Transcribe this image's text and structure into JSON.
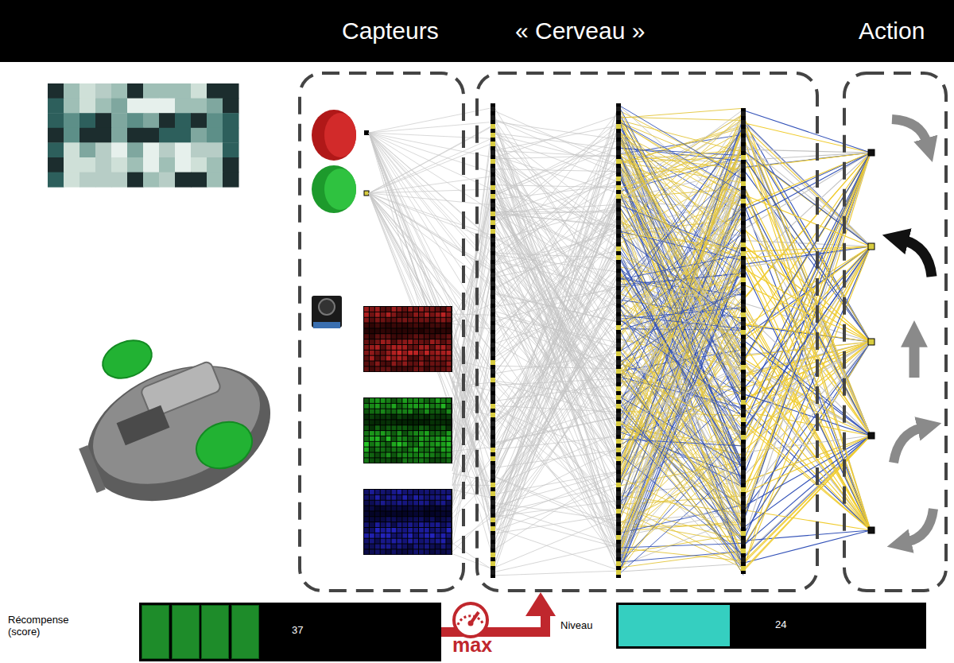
{
  "diagram": {
    "nodes": [
      {
        "text": [
          "Capteurs"
        ]
      },
      {
        "text": [
          "« Cerveau »"
        ]
      },
      {
        "text": [
          "Action"
        ]
      },
      {
        "text": [
          "Récompense (score)",
          "37"
        ]
      },
      {
        "text": [
          "Niveau",
          "24"
        ]
      }
    ],
    "edges": [
      {
        "from": 3,
        "to": 1,
        "arrow": "to"
      }
    ],
    "labels": [
      "max"
    ]
  }
}
